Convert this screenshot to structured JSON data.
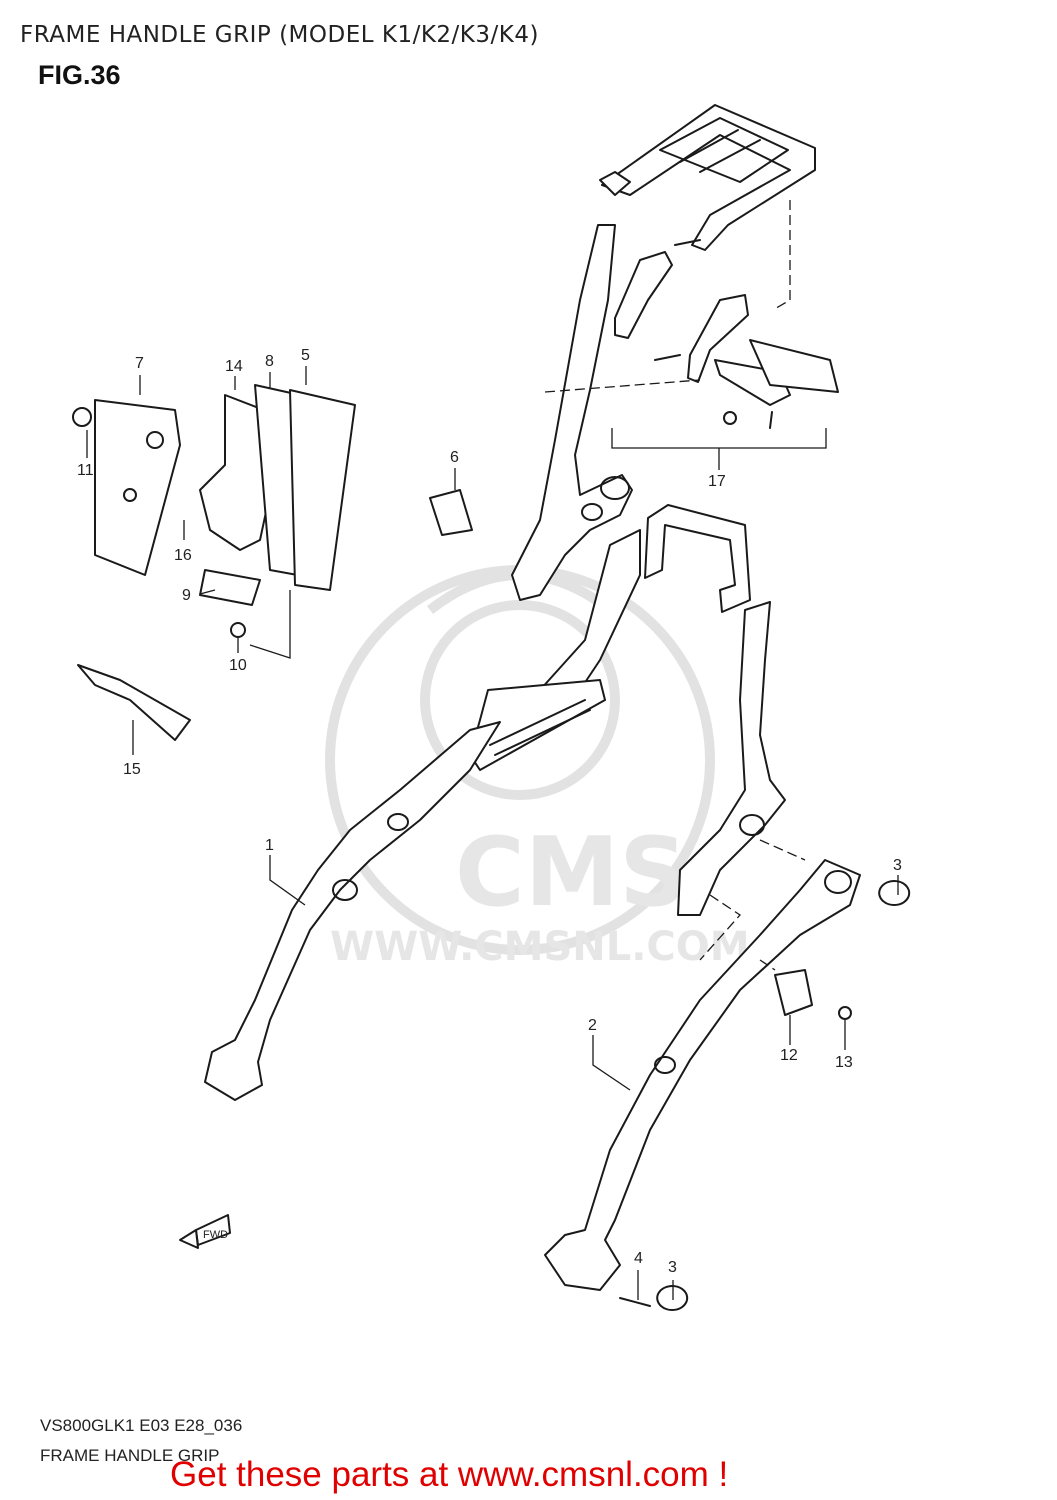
{
  "header": {
    "title": "FRAME HANDLE GRIP (MODEL K1/K2/K3/K4)",
    "figure": "FIG.36"
  },
  "watermark": {
    "logo_text": "CMS",
    "url_text": "WWW.CMSNL.COM"
  },
  "callouts": [
    "1",
    "2",
    "3",
    "3",
    "4",
    "5",
    "6",
    "7",
    "8",
    "9",
    "10",
    "11",
    "12",
    "13",
    "14",
    "15",
    "16",
    "17"
  ],
  "direction_label": "FWD",
  "footer": {
    "code": "VS800GLK1 E03 E28_036",
    "subtitle": "FRAME HANDLE GRIP",
    "cta": "Get these parts at www.cmsnl.com !"
  },
  "colors": {
    "cta": "#e00000",
    "lines": "#1a1a1a",
    "watermark": "#e2e2e2"
  }
}
